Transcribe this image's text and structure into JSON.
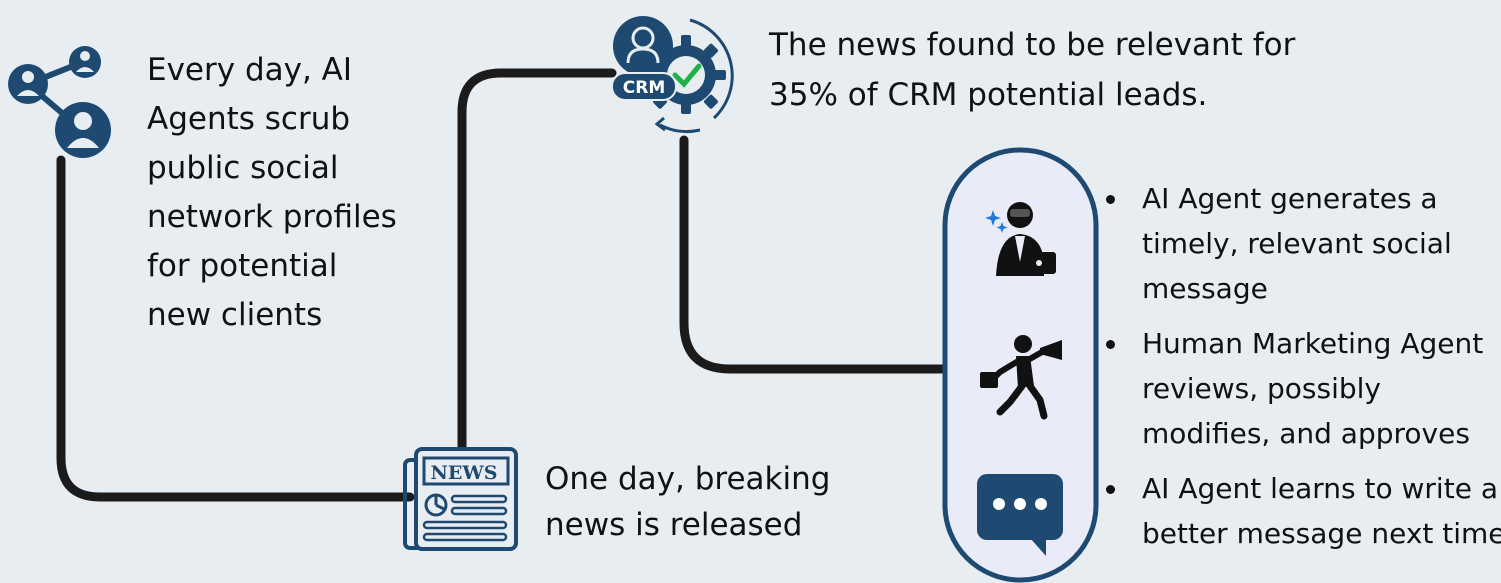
{
  "step_social": {
    "icon": "social-network-icon",
    "lines": [
      "Every day, AI",
      "Agents scrub",
      "public social",
      "network profiles",
      "for potential",
      "new clients"
    ]
  },
  "step_news": {
    "icon": "newspaper-icon",
    "badge": "NEWS",
    "lines": [
      "One day,  breaking",
      "news is released"
    ]
  },
  "step_crm": {
    "icon": "crm-gear-check-icon",
    "badge": "CRM",
    "lines": [
      "The news found to be relevant for",
      "35% of CRM potential leads."
    ]
  },
  "review_panel": {
    "icons": [
      "ai-robot-agent-icon",
      "marketing-agent-megaphone-icon",
      "chat-message-icon"
    ],
    "bullets": [
      {
        "lines": [
          "AI Agent generates a",
          "timely, relevant social",
          "message"
        ]
      },
      {
        "lines": [
          "Human Marketing Agent",
          "reviews, possibly",
          "modifies, and approves"
        ]
      },
      {
        "lines": [
          "AI Agent learns to write a",
          "better message next time"
        ]
      }
    ]
  },
  "colors": {
    "background": "#e8edf2",
    "accent": "#1e4a72",
    "connector": "#1b1b1b",
    "panel_fill": "#e9ecf8",
    "check": "#1fb14a"
  }
}
